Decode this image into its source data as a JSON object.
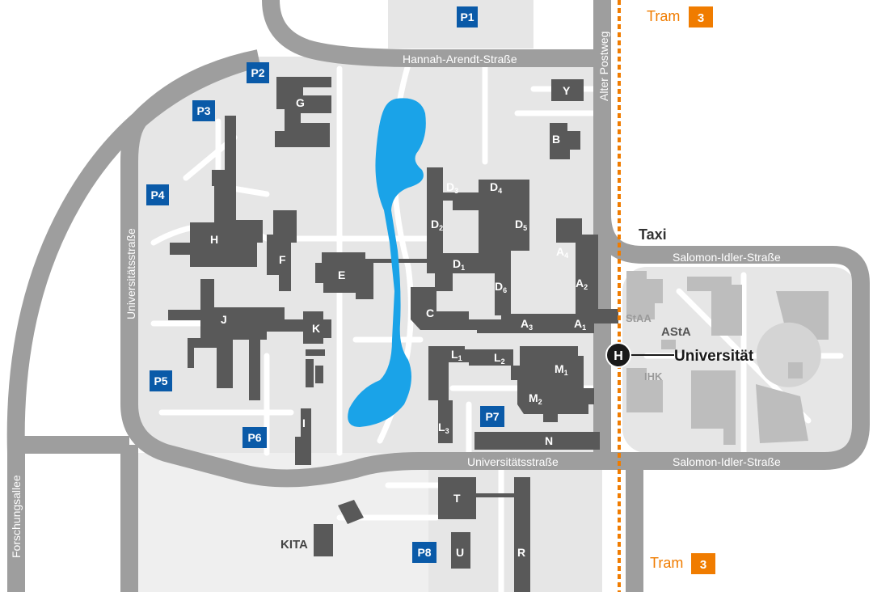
{
  "colors": {
    "road": "#9e9e9e",
    "campus": "#e6e6e6",
    "path": "#ffffff",
    "building": "#595959",
    "building_light": "#bdbdbd",
    "water": "#1aa3e8",
    "parking": "#0a5aa8",
    "tram": "#f07c00",
    "stop": "#1a1a1a"
  },
  "roads": {
    "hannah_arendt": "Hannah-Arendt-Straße",
    "alter_postweg": "Alter Postweg",
    "universitaets_west": "Universitätsstraße",
    "universitaets_south": "Universitätsstraße",
    "salomon_idler_north": "Salomon-Idler-Straße",
    "salomon_idler_south": "Salomon-Idler-Straße",
    "forschungsallee": "Forschungsallee"
  },
  "parking": [
    "P1",
    "P2",
    "P3",
    "P4",
    "P5",
    "P6",
    "P7",
    "P8"
  ],
  "buildings": {
    "G": "G",
    "Y": "Y",
    "B": "B",
    "D3": "D",
    "D3_sub": "3",
    "D4": "D",
    "D4_sub": "4",
    "D2": "D",
    "D2_sub": "2",
    "D5": "D",
    "D5_sub": "5",
    "D1": "D",
    "D1_sub": "1",
    "D6": "D",
    "D6_sub": "6",
    "H": "H",
    "F": "F",
    "E": "E",
    "J": "J",
    "K": "K",
    "C": "C",
    "A4": "A",
    "A4_sub": "4",
    "A2": "A",
    "A2_sub": "2",
    "A3": "A",
    "A3_sub": "3",
    "A1": "A",
    "A1_sub": "1",
    "L1": "L",
    "L1_sub": "1",
    "L2": "L",
    "L2_sub": "2",
    "L3": "L",
    "L3_sub": "3",
    "M1": "M",
    "M1_sub": "1",
    "M2": "M",
    "M2_sub": "2",
    "N": "N",
    "I": "I",
    "T": "T",
    "U": "U",
    "R": "R",
    "KITA": "KITA",
    "StAA": "StAA",
    "AStA": "AStA",
    "IHK": "IHK"
  },
  "transit": {
    "tram_top_label": "Tram",
    "tram_top_line": "3",
    "tram_bottom_label": "Tram",
    "tram_bottom_line": "3",
    "taxi": "Taxi",
    "stop_symbol": "H",
    "stop_name": "Universität"
  }
}
